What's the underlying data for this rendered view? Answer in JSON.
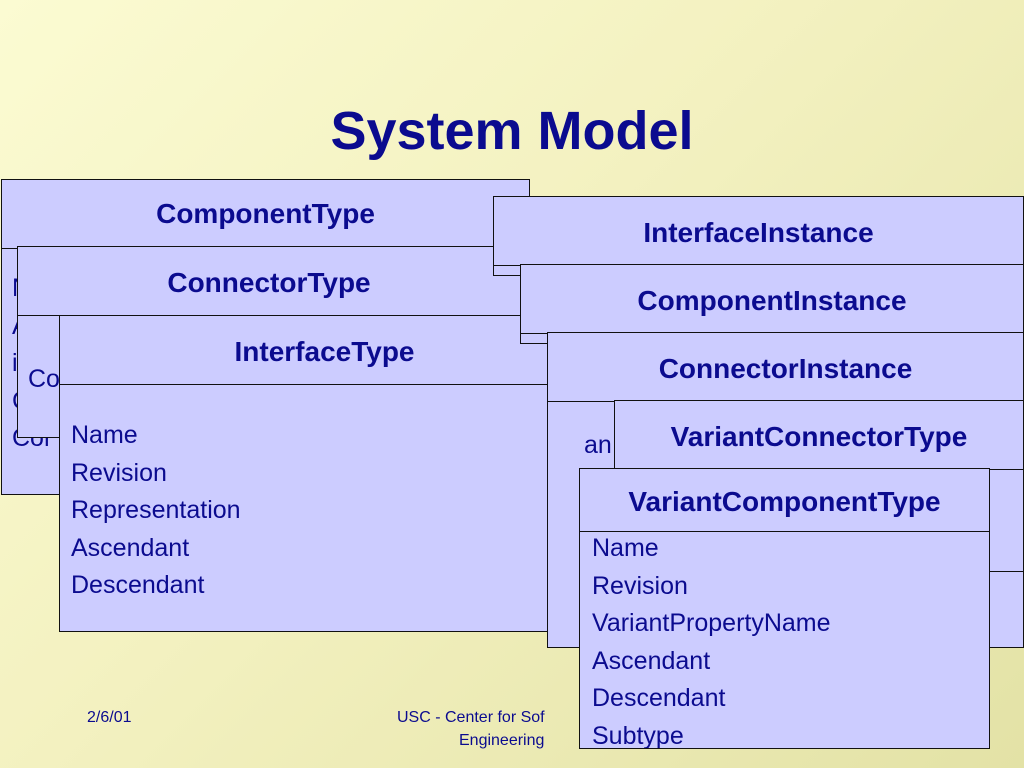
{
  "slide": {
    "title": "System Model",
    "footer_date": "2/6/01",
    "footer_org_line1": "USC - Center for Sof",
    "footer_org_line2": "Engineering"
  },
  "left_stack": {
    "component_type": {
      "title": "ComponentType",
      "peek": [
        "N",
        "A",
        "i",
        "C",
        "Cor"
      ]
    },
    "connector_type": {
      "title": "ConnectorType",
      "peek": "Co"
    },
    "interface_type": {
      "title": "InterfaceType",
      "attributes": [
        "Name",
        "Revision",
        "Representation",
        "Ascendant",
        "Descendant"
      ]
    }
  },
  "right_stack": {
    "interface_instance": {
      "title": "InterfaceInstance"
    },
    "component_instance": {
      "title": "ComponentInstance"
    },
    "connector_instance": {
      "title": "ConnectorInstance",
      "peek": "an"
    },
    "variant_connector_type": {
      "title": "VariantConnectorType"
    },
    "variant_component_type": {
      "title": "VariantComponentType",
      "attributes": [
        "Name",
        "Revision",
        "VariantPropertyName",
        "Ascendant",
        "Descendant",
        "Subtype"
      ]
    }
  }
}
